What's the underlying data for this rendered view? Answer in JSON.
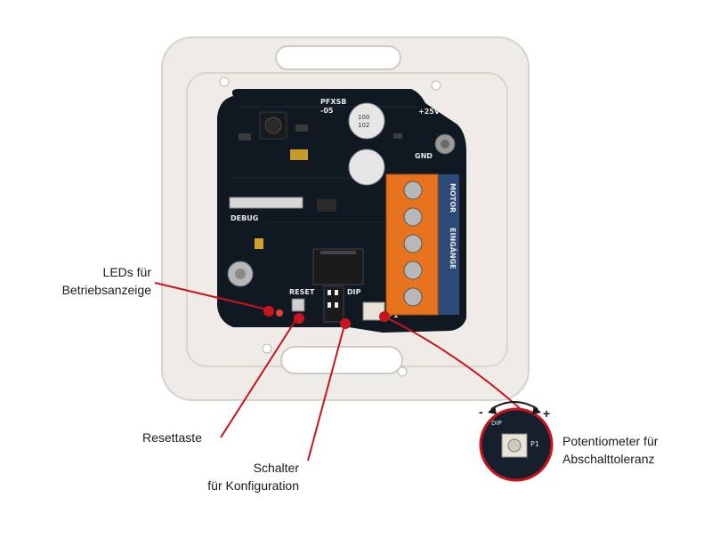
{
  "callouts": {
    "leds": {
      "line1": "LEDs für",
      "line2": "Betriebsanzeige"
    },
    "reset": {
      "line1": "Resettaste"
    },
    "dip": {
      "line1": "Schalter",
      "line2": "für Konfiguration"
    },
    "poti": {
      "line1": "Potentiometer für",
      "line2": "Abschalttoleranz"
    }
  },
  "pcb_labels": {
    "debug": "DEBUG",
    "reset": "RESET",
    "dip": "DIP",
    "p1": "P1",
    "gnd": "GND",
    "plus25": "+25V",
    "motor": "MOTOR",
    "eingaenge": "EINGÄNGE",
    "board_id": "PFXSB",
    "board_rev": "-05",
    "cap_value": "100",
    "cap_code": "102"
  },
  "zoom": {
    "minus": "-",
    "plus": "+",
    "dip": "DIP",
    "p1": "P1"
  },
  "colors": {
    "callout_line": "#c8141e",
    "pcb": "#101822",
    "terminal": "#e8731e",
    "frame": "#efece8"
  }
}
